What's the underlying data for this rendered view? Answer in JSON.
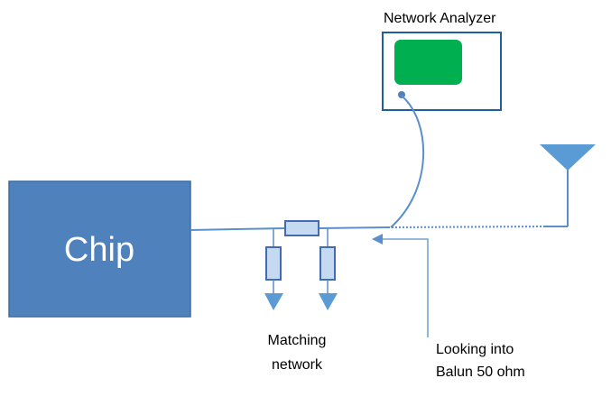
{
  "chip": {
    "label": "Chip",
    "fill": "#4f81bd",
    "stroke": "#3a6fa3"
  },
  "network_analyzer": {
    "label": "Network Analyzer",
    "frame_color": "#1f5fa0",
    "screen_color": "#00b050"
  },
  "matching_network": {
    "label_line1": "Matching",
    "label_line2": "network"
  },
  "annotation": {
    "line1": "Looking into",
    "line2": "Balun 50 ohm"
  },
  "colors": {
    "wire": "#5b8fcb",
    "component_fill": "#c5d9f1",
    "component_stroke": "#3f6cb3",
    "ground": "#5b9bd5",
    "antenna": "#5b9bd5"
  },
  "icons": [
    "antenna-icon",
    "ground-icon",
    "ground-icon",
    "arrow-icon"
  ]
}
